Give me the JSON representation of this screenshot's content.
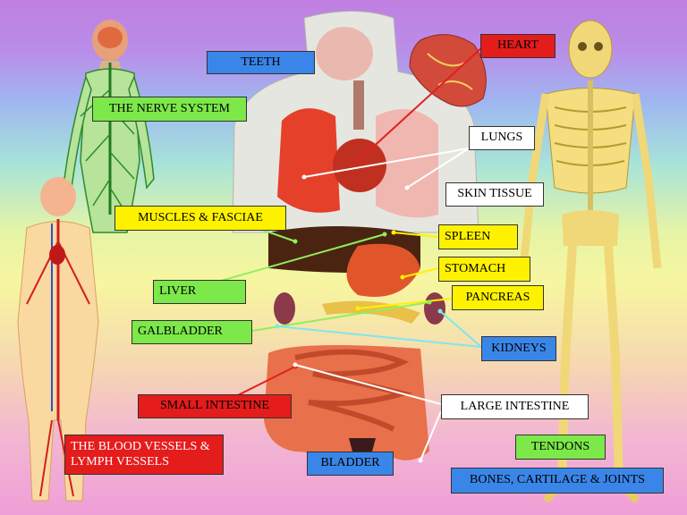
{
  "labels": {
    "teeth": {
      "text": "TEETH",
      "bg": "#3a86e8",
      "fg": "#000000"
    },
    "heart": {
      "text": "HEART",
      "bg": "#e51c1c",
      "fg": "#000000"
    },
    "nerve_system": {
      "text": "THE NERVE SYSTEM",
      "bg": "#7ce84a",
      "fg": "#000000"
    },
    "lungs": {
      "text": "LUNGS",
      "bg": "#ffffff",
      "fg": "#000000"
    },
    "skin_tissue": {
      "text": "SKIN TISSUE",
      "bg": "#ffffff",
      "fg": "#000000"
    },
    "muscles_fasciae": {
      "text": "MUSCLES & FASCIAE",
      "bg": "#fff200",
      "fg": "#000000"
    },
    "spleen": {
      "text": "SPLEEN",
      "bg": "#fff200",
      "fg": "#000000"
    },
    "stomach": {
      "text": "STOMACH",
      "bg": "#fff200",
      "fg": "#000000"
    },
    "liver": {
      "text": "LIVER",
      "bg": "#7ce84a",
      "fg": "#000000"
    },
    "pancreas": {
      "text": "PANCREAS",
      "bg": "#fff200",
      "fg": "#000000"
    },
    "galbladder": {
      "text": "GALBLADDER",
      "bg": "#7ce84a",
      "fg": "#000000"
    },
    "kidneys": {
      "text": "KIDNEYS",
      "bg": "#3a86e8",
      "fg": "#000000"
    },
    "small_intestine": {
      "text": "SMALL INTESTINE",
      "bg": "#e51c1c",
      "fg": "#000000"
    },
    "large_intestine": {
      "text": "LARGE INTESTINE",
      "bg": "#ffffff",
      "fg": "#000000"
    },
    "blood_vessels": {
      "text": "THE BLOOD VESSELS & LYMPH VESSELS",
      "bg": "#e51c1c",
      "fg": "#ffffff"
    },
    "tendons": {
      "text": "TENDONS",
      "bg": "#7ce84a",
      "fg": "#000000"
    },
    "bladder": {
      "text": "BLADDER",
      "bg": "#3a86e8",
      "fg": "#000000"
    },
    "bones": {
      "text": "BONES, CARTILAGE & JOINTS",
      "bg": "#3a86e8",
      "fg": "#000000"
    }
  },
  "pointer_colors": {
    "red": "#e02020",
    "white": "#ffffff",
    "green": "#8ff05a",
    "yellow": "#fff200",
    "cyan": "#7fe6f0"
  }
}
